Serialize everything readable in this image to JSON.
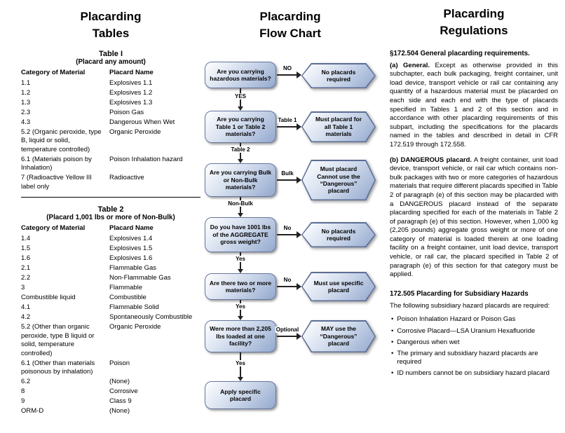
{
  "tables_col": {
    "title_line1": "Placarding",
    "title_line2": "Tables",
    "table1": {
      "heading": "Table I",
      "subheading": "(Placard any amount)",
      "col_category": "Category of Material",
      "col_placard": "Placard Name",
      "rows": [
        {
          "category": "1.1",
          "placard": "Explosives 1.1"
        },
        {
          "category": "1.2",
          "placard": "Explosives 1.2"
        },
        {
          "category": "1.3",
          "placard": "Explosives 1.3"
        },
        {
          "category": "2.3",
          "placard": "Poison Gas"
        },
        {
          "category": "4.3",
          "placard": "Dangerous When Wet"
        },
        {
          "category": "5.2 (Organic peroxide, type B, liquid or solid, temperature controlled)",
          "placard": "Organic Peroxide"
        },
        {
          "category": "6.1 (Materials poison by Inhalation)",
          "placard": "Poison Inhalation hazard"
        },
        {
          "category": "7 (Radioactive Yellow III label only",
          "placard": "Radioactive"
        }
      ]
    },
    "table2": {
      "heading": "Table 2",
      "subheading": "(Placard 1,001 lbs or more of Non-Bulk)",
      "col_category": "Category of Material",
      "col_placard": "Placard Name",
      "rows": [
        {
          "category": "1.4",
          "placard": "Explosives 1.4"
        },
        {
          "category": "1.5",
          "placard": "Explosives 1.5"
        },
        {
          "category": "1.6",
          "placard": "Explosives 1.6"
        },
        {
          "category": "2.1",
          "placard": "Flammable Gas"
        },
        {
          "category": "2.2",
          "placard": "Non-Flammable Gas"
        },
        {
          "category": "3",
          "placard": "Flammable"
        },
        {
          "category": "Combustible liquid",
          "placard": "Combustible"
        },
        {
          "category": "4.1",
          "placard": "Flammable Solid"
        },
        {
          "category": "4.2",
          "placard": "Spontaneously Combustible"
        },
        {
          "category": "5.2 (Other than organic peroxide, type B liquid or solid, temperature controlled)",
          "placard": "Organic Peroxide"
        },
        {
          "category": "6.1 (Other than materials poisonous by inhalation)",
          "placard": "Poison"
        },
        {
          "category": "6.2",
          "placard": "(None)"
        },
        {
          "category": "8",
          "placard": "Corrosive"
        },
        {
          "category": "9",
          "placard": "Class 9"
        },
        {
          "category": "ORM-D",
          "placard": "(None)"
        }
      ]
    }
  },
  "flow_col": {
    "title_line1": "Placarding",
    "title_line2": "Flow Chart",
    "steps": [
      {
        "question": "Are you carrying hazardous materials?",
        "side_label": "NO",
        "result": "No placards required",
        "down_label": "YES"
      },
      {
        "question": "Are you carrying Table 1 or Table 2 materials?",
        "side_label": "Table 1",
        "result": "Must placard for all Table 1 materials",
        "down_label": "Table 2"
      },
      {
        "question": "Are you carrying Bulk or Non-Bulk materials?",
        "side_label": "Bulk",
        "result": "Must placard Cannot use the “Dangerous” placard",
        "down_label": "Non-Bulk"
      },
      {
        "question": "Do you have 1001 lbs of the AGGREGATE gross weight?",
        "side_label": "No",
        "result": "No placards required",
        "down_label": "Yes"
      },
      {
        "question": "Are there two or more materials?",
        "side_label": "No",
        "result": "Must use specific placard",
        "down_label": "Yes"
      },
      {
        "question": "Were more than 2,205 lbs loaded at one facility?",
        "side_label": "Optional",
        "result": "MAY use the “Dangerous” placard",
        "down_label": "Yes"
      }
    ],
    "terminal": "Apply specific placard"
  },
  "regs_col": {
    "title_line1": "Placarding",
    "title_line2": "Regulations",
    "section1_heading": "§172.504 General placarding requirements.",
    "para_a_lead": "(a) General.",
    "para_a_text": "Except as otherwise provided in this subchapter, each bulk packaging, freight container, unit load device, transport vehicle or rail car containing any quantity of a hazardous material must be placarded on each side and each end with the type of placards specified in Tables 1 and 2 of this section and in accordance with other placarding requirements of this subpart, including the specifications for the placards named in the tables and described in detail in CFR 172.519 through 172.558.",
    "para_b_lead": "(b) DANGEROUS placard.",
    "para_b_text": "A freight container, unit load device, transport vehicle, or rail car which contains non-bulk packages with two or more categories of hazardous materials that require different placards specified in Table 2 of paragraph (e) of this section may be placarded with a DANGEROUS placard instead of the separate placarding specified for each of the materials in Table 2 of paragraph (e) of this section. However, when 1,000 kg (2,205 pounds) aggregate gross weight or more of one category of material is loaded therein at one loading facility on a freight container, unit load device, transport vehicle, or rail car, the placard specified in Table 2 of paragraph (e) of this section for that category must be applied.",
    "section2_heading": "172.505 Placarding for Subsidiary Hazards",
    "section2_intro": "The following subsidiary hazard placards are required:",
    "bullets": [
      "Poison Inhalation Hazard or Poison Gas",
      "Corrosive Placard—LSA Uranium Hexafluoride",
      "Dangerous when wet",
      "The primary and subsidiary hazard placards are required",
      "ID numbers cannot be on subsidiary hazard placard"
    ]
  }
}
